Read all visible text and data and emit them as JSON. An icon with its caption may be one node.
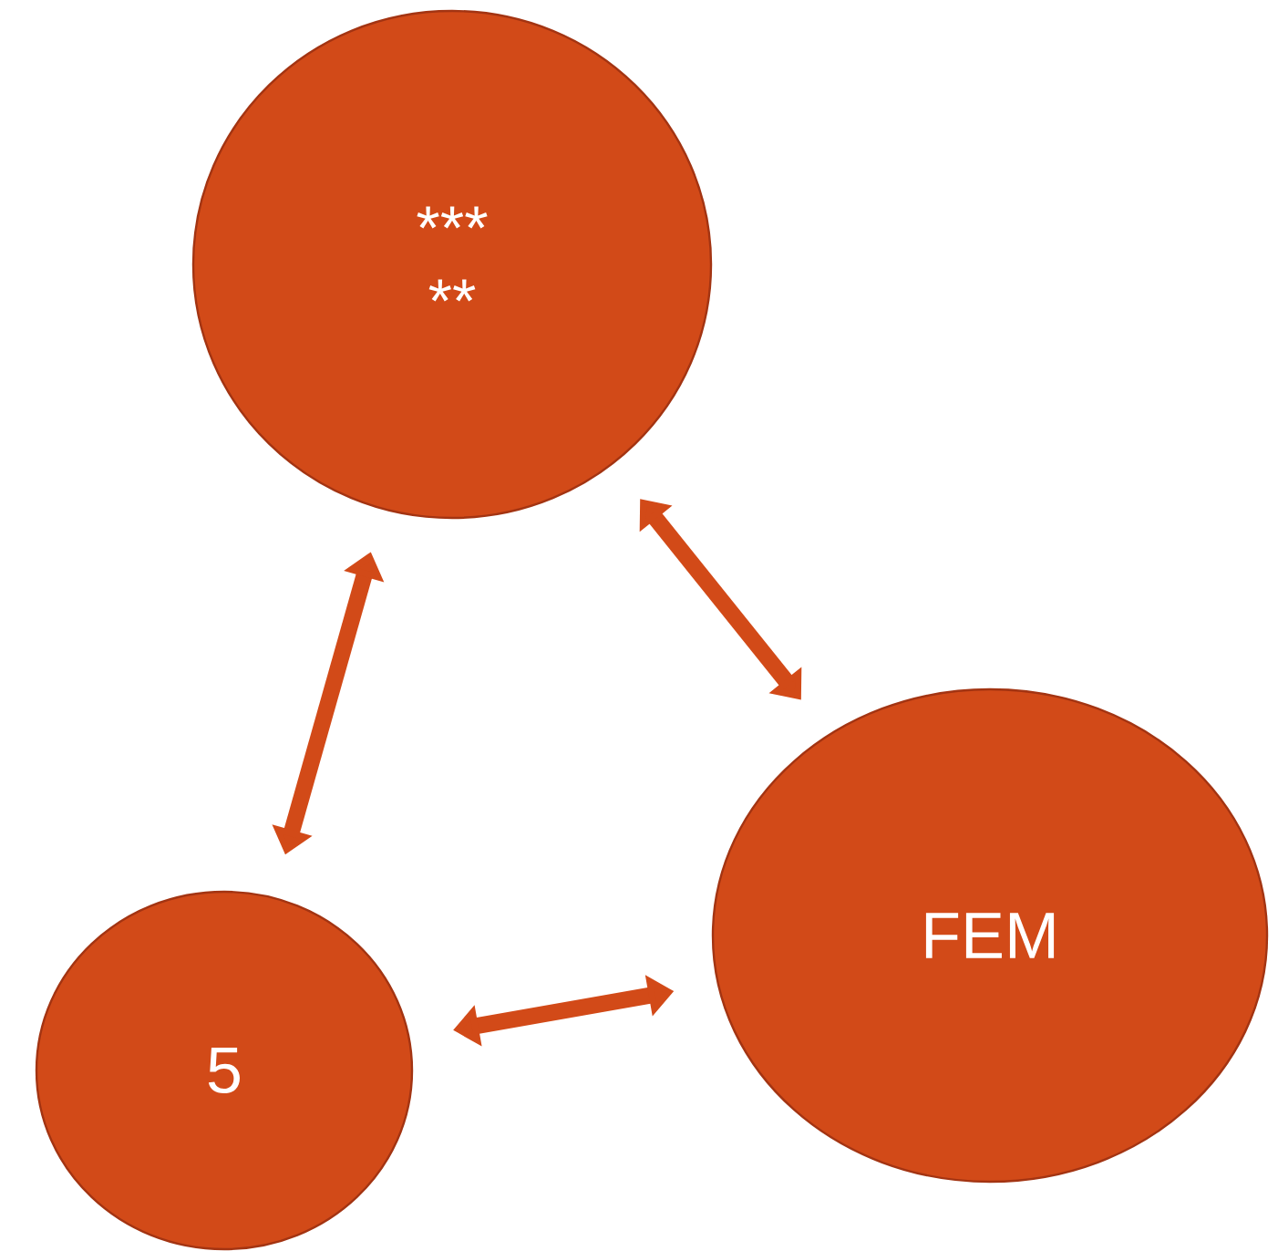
{
  "diagram": {
    "nodes": [
      {
        "text": [
          "***",
          "**"
        ]
      },
      {
        "text": [
          "FEM"
        ]
      },
      {
        "text": [
          "5"
        ]
      }
    ],
    "edges": [
      {
        "from": 2,
        "to": 0,
        "arrow": "both"
      },
      {
        "from": 0,
        "to": 1,
        "arrow": "both"
      },
      {
        "from": 2,
        "to": 1,
        "arrow": "both"
      }
    ]
  }
}
